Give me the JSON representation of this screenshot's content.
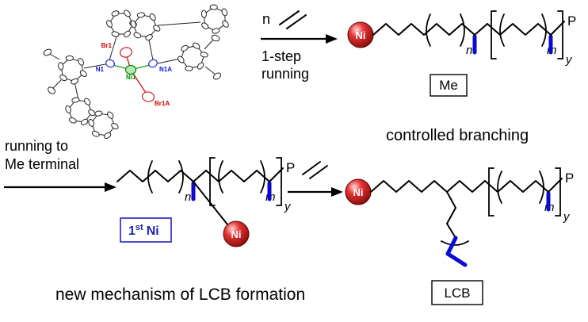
{
  "colors": {
    "ni_sphere_red": "#d01818",
    "branch_blue": "#0a0ad0",
    "first_ni_blue": "#2222bb",
    "crystal_ni_green": "#128a12",
    "crystal_br_red": "#cc2020",
    "crystal_n_blue": "#2a2ae0"
  },
  "crystal": {
    "atom_labels": {
      "br1": "Br1",
      "n1": "N1",
      "ni1": "Ni1",
      "n1a": "N1A",
      "br1a": "Br1A"
    }
  },
  "reaction_top": {
    "equiv": "n",
    "line1": "1-step",
    "line2": "running"
  },
  "reaction_left": {
    "line1": "running to",
    "line2": "Me terminal"
  },
  "structure_me": {
    "ni": "Ni",
    "n": "n",
    "m": "m",
    "y": "y",
    "p": "P",
    "tag": "Me"
  },
  "structure_intermediate": {
    "ni": "Ni",
    "n": "n",
    "m": "m",
    "y": "y",
    "p": "P",
    "tag_num": "1",
    "tag_sup": "st",
    "tag_rest": "Ni"
  },
  "structure_lcb": {
    "ni": "Ni",
    "m": "m",
    "y": "y",
    "p": "P",
    "tag": "LCB"
  },
  "captions": {
    "controlled_branching": "controlled branching",
    "bottom": "new mechanism of LCB formation"
  }
}
